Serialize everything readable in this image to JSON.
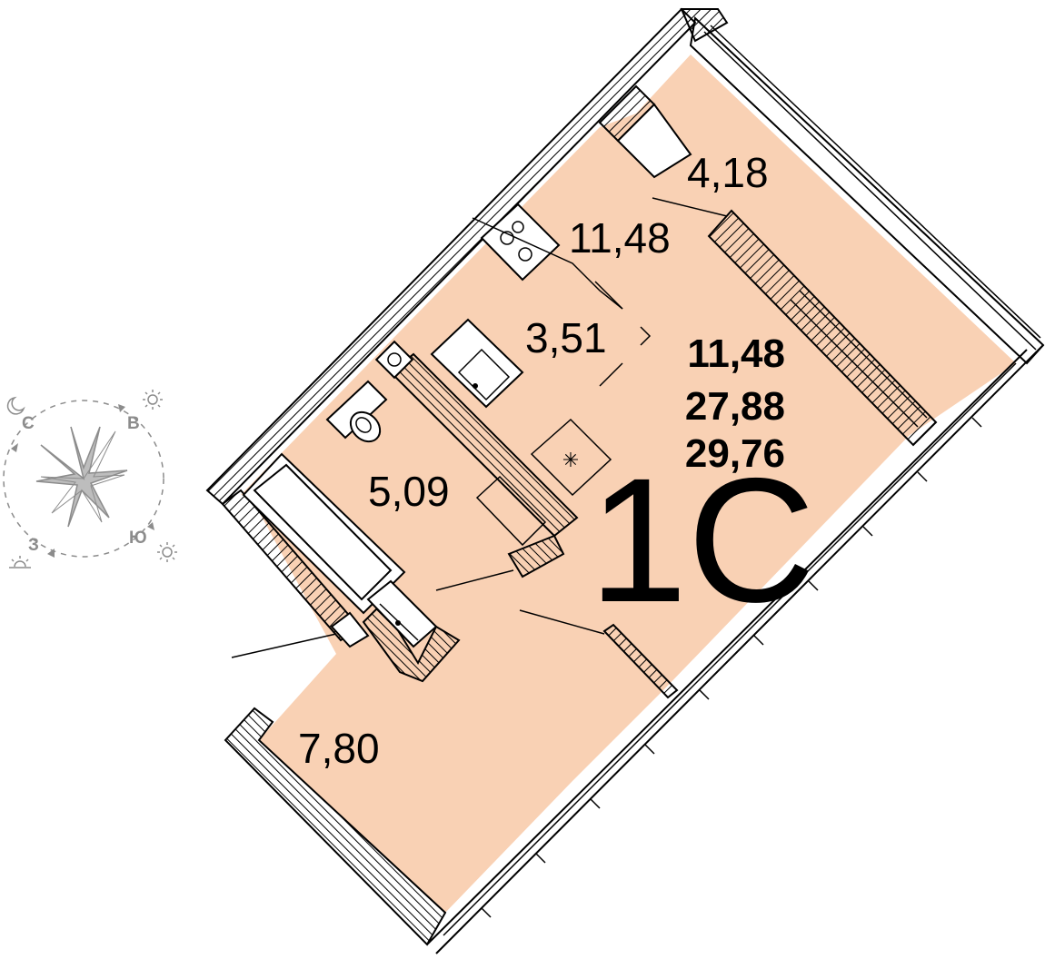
{
  "plan": {
    "unit_type": "1С",
    "summary": {
      "living": "11,48",
      "total": "27,88",
      "total_with_balcony": "29,76"
    },
    "rooms": {
      "balcony": "4,18",
      "living_room": "11,48",
      "kitchen": "3,51",
      "bathroom": "5,09",
      "hallway": "7,80"
    }
  },
  "compass": {
    "north": "С",
    "east": "В",
    "south": "Ю",
    "west": "З",
    "icons": [
      "moon-icon",
      "sun-icon",
      "sun-icon",
      "sunset-icon"
    ],
    "color": "#8c8c8c"
  },
  "colors": {
    "floor": "#f9d1b4",
    "wall": "#000000",
    "compass": "#8c8c8c"
  }
}
